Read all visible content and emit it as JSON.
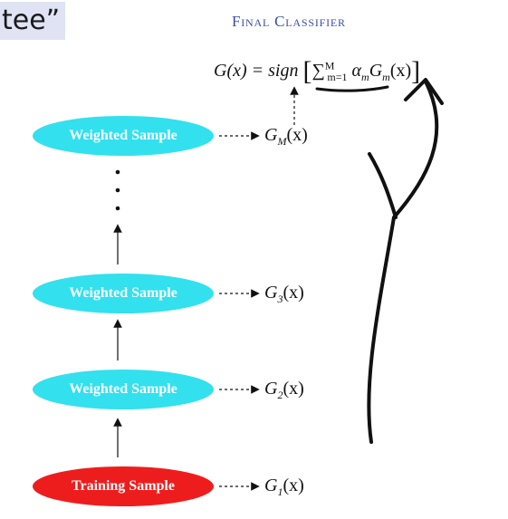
{
  "slide": {
    "top_fragment": "tee”",
    "title": "Final Classifier",
    "formula": {
      "lhs": "G(x) = sign",
      "sum": "∑",
      "sum_sub": "m=1",
      "sum_sup": "M",
      "term": "α",
      "term_sub": "m",
      "g": "G",
      "g_sub": "m",
      "arg": "(x)"
    },
    "nodes": [
      {
        "label": "Weighted Sample",
        "classifier": "G",
        "sub": "M",
        "arg": "(x)"
      },
      {
        "label": "Weighted Sample",
        "classifier": "G",
        "sub": "3",
        "arg": "(x)"
      },
      {
        "label": "Weighted Sample",
        "classifier": "G",
        "sub": "2",
        "arg": "(x)"
      },
      {
        "label": "Training Sample",
        "classifier": "G",
        "sub": "1",
        "arg": "(x)"
      }
    ],
    "colors": {
      "weighted_sample": "#33e0ee",
      "training_sample": "#ee1d1d",
      "title": "#3b4fa8"
    }
  }
}
